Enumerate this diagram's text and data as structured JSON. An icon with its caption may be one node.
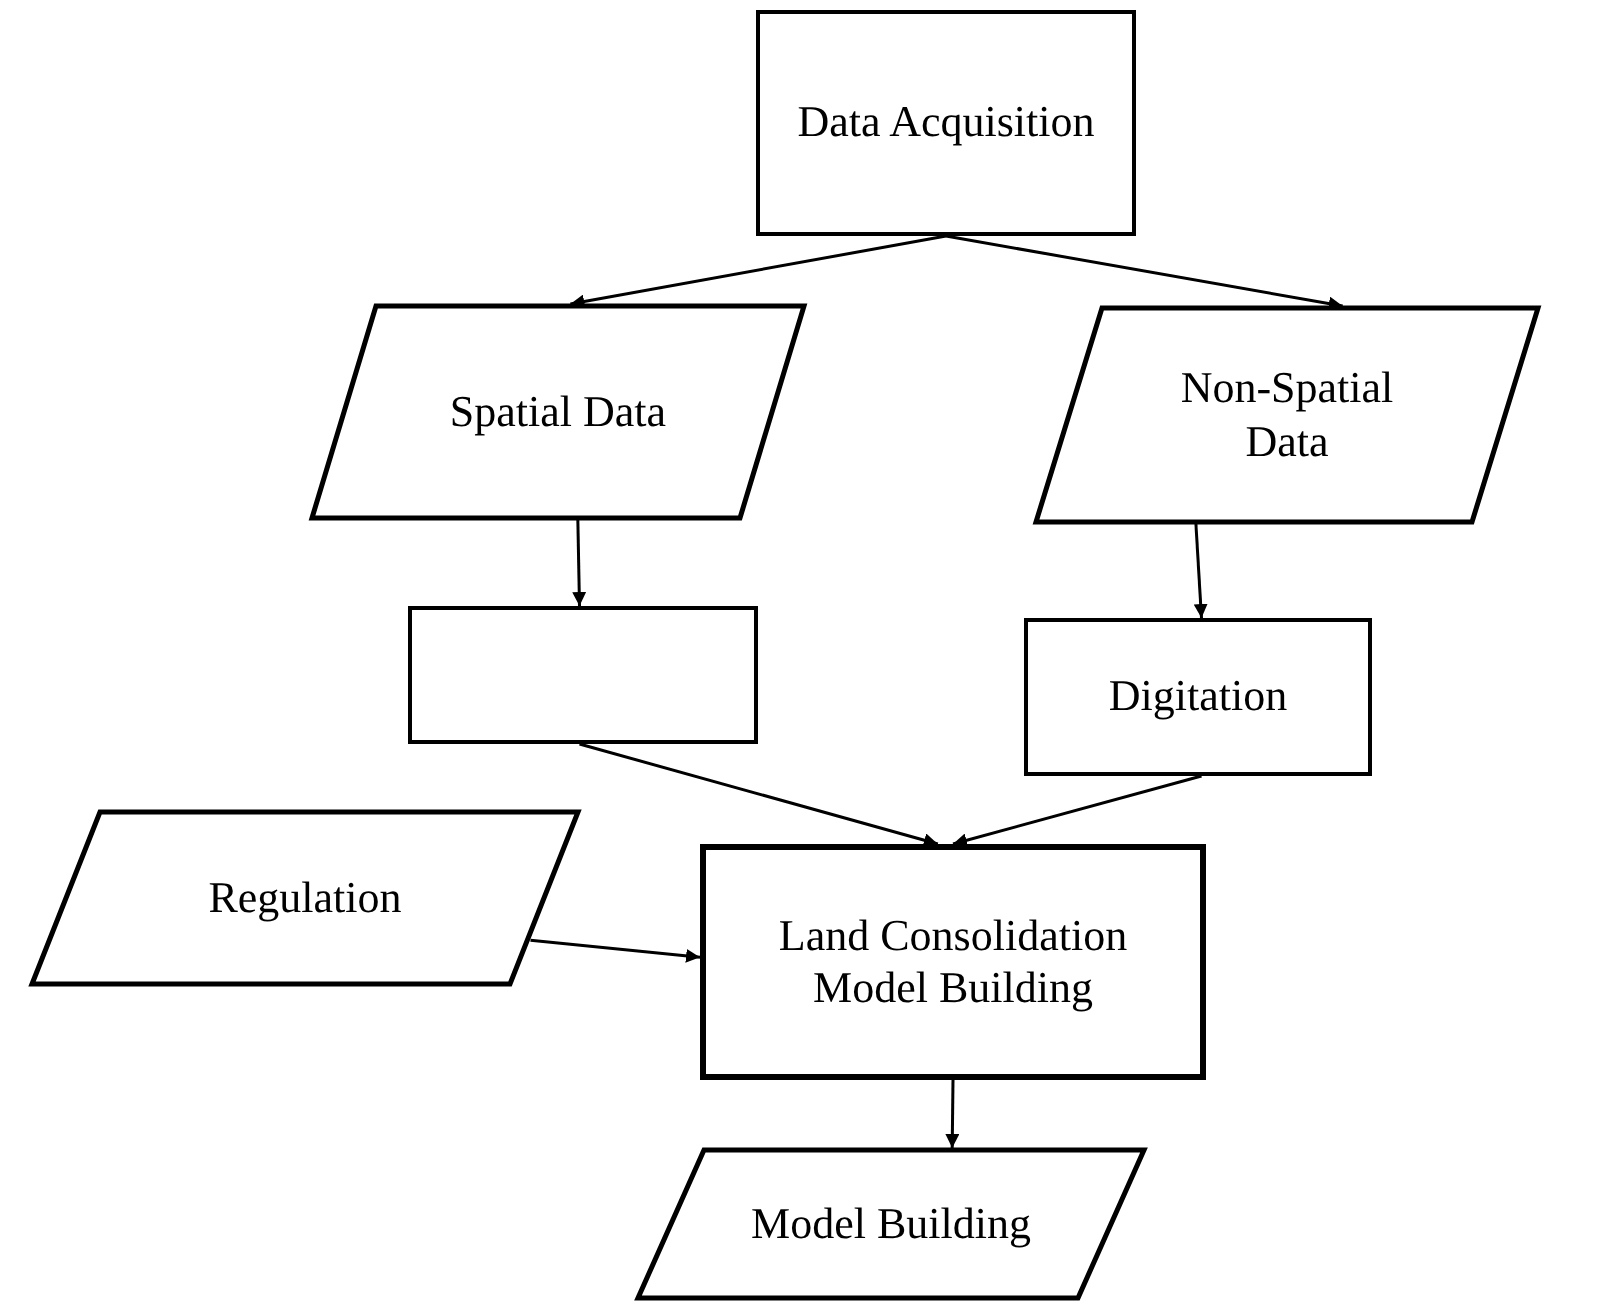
{
  "diagram": {
    "nodes": [
      {
        "text": [
          "Data Acquisition"
        ]
      },
      {
        "text": [
          "Spatial Data"
        ]
      },
      {
        "text": [
          "Non-Spatial Data"
        ]
      },
      {
        "text": [],
        "shape": "box"
      },
      {
        "text": [
          "Digitation"
        ]
      },
      {
        "text": [
          "Land Consolidation Model Building"
        ]
      },
      {
        "text": [
          "Regulation"
        ]
      },
      {
        "text": [
          "Model Building"
        ]
      }
    ],
    "edges": [
      {
        "from": 0,
        "to": 1,
        "arrow": "to"
      },
      {
        "from": 0,
        "to": 2,
        "arrow": "to"
      },
      {
        "from": 1,
        "to": 3,
        "arrow": "to"
      },
      {
        "from": 2,
        "to": 4,
        "arrow": "to"
      },
      {
        "from": 3,
        "to": 5,
        "arrow": "to"
      },
      {
        "from": 4,
        "to": 5,
        "arrow": "to"
      },
      {
        "from": 6,
        "to": 5,
        "arrow": "to"
      },
      {
        "from": 5,
        "to": 7,
        "arrow": "to"
      }
    ]
  }
}
